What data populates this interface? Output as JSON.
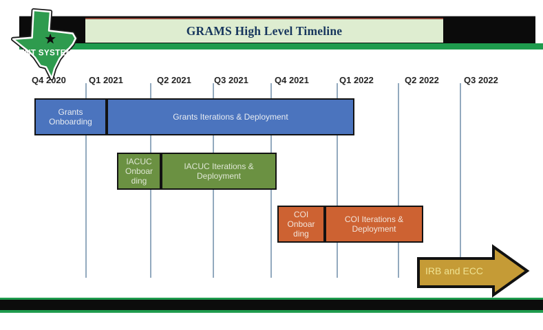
{
  "slide_title": "GRAMS High Level Timeline",
  "logo": {
    "text": "UNT SYSTEM"
  },
  "axis": {
    "quarters": [
      "Q4 2020",
      "Q1 2021",
      "Q2 2021",
      "Q3 2021",
      "Q4 2021",
      "Q1 2022",
      "Q2 2022",
      "Q3 2022"
    ]
  },
  "bars": [
    {
      "group": "Grants",
      "color": "#4b74be",
      "segments": [
        {
          "label": "Grants Onboarding",
          "lines": [
            "Grants",
            "Onboarding"
          ],
          "start": "Q4 2020",
          "end": "Q1 2021"
        },
        {
          "label": "Grants Iterations & Deployment",
          "lines": [
            "Grants Iterations & Deployment"
          ],
          "start": "Q1 2021",
          "end": "Q1 2022"
        }
      ]
    },
    {
      "group": "IACUC",
      "color": "#6b9142",
      "segments": [
        {
          "label": "IACUC Onboarding",
          "lines": [
            "IACUC",
            "Onboar",
            "ding"
          ],
          "start": "Q1 2021",
          "end": "Q2 2021"
        },
        {
          "label": "IACUC Iterations & Deployment",
          "lines": [
            "IACUC Iterations &",
            "Deployment"
          ],
          "start": "Q2 2021",
          "end": "Q4 2021"
        }
      ]
    },
    {
      "group": "COI",
      "color": "#cd6232",
      "segments": [
        {
          "label": "COI Onboarding",
          "lines": [
            "COI",
            "Onboar",
            "ding"
          ],
          "start": "Q4 2021",
          "end": "Q1 2022"
        },
        {
          "label": "COI Iterations & Deployment",
          "lines": [
            "COI Iterations &",
            "Deployment"
          ],
          "start": "Q1 2022",
          "end": "Q2 2022"
        }
      ]
    }
  ],
  "arrow": {
    "label": "IRB and ECC",
    "color": "#c59b36",
    "start": "Q2 2022",
    "direction": "right"
  },
  "colors": {
    "band_black": "#0b0b0b",
    "stripe_green": "#1e9b4d",
    "title_bg": "#deedd0",
    "title_text": "#17365d",
    "gridline": "#92a9be",
    "logo_green": "#2e9b4e"
  }
}
